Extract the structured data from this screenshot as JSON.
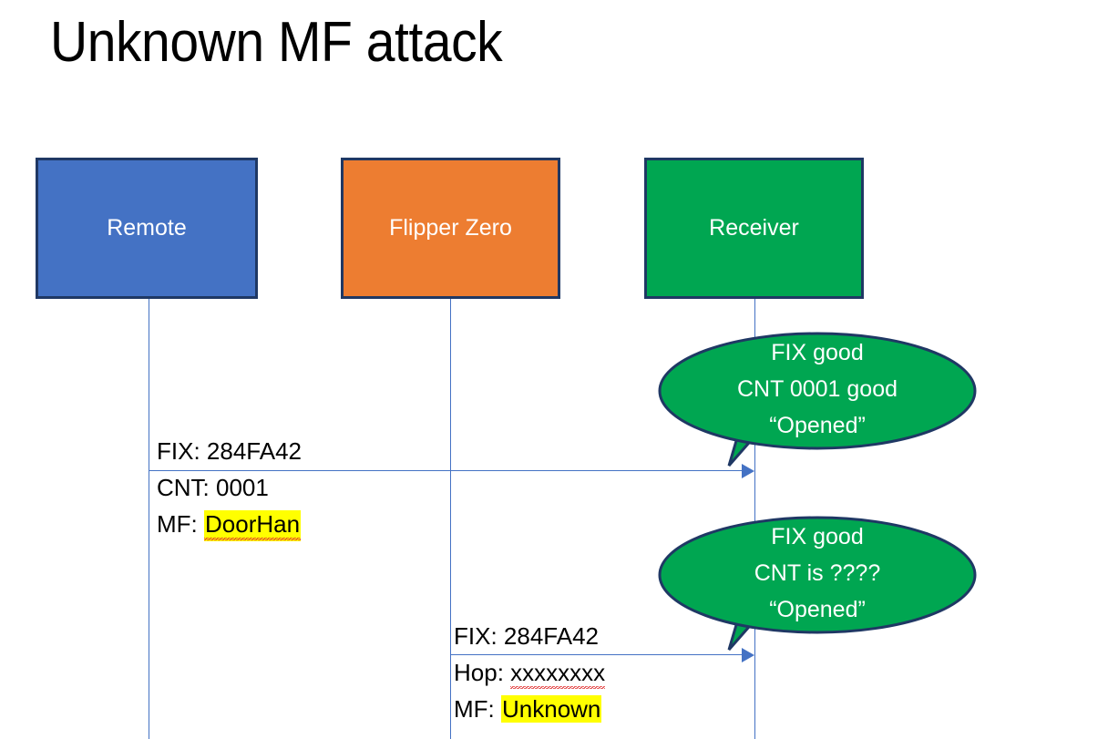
{
  "slide": {
    "title": "Unknown MF attack"
  },
  "colors": {
    "remote_fill": "#4472C4",
    "flipper_fill": "#ED7D31",
    "receiver_fill": "#00A651",
    "box_border": "#1F3864",
    "lifeline": "#4472C4",
    "arrow": "#4472C4",
    "highlight": "#FFFF00",
    "bubble_fill": "#00A651",
    "bubble_border": "#1F3864",
    "text": "#000000",
    "box_label_text": "#FFFFFF"
  },
  "actors": [
    {
      "id": "remote",
      "label": "Remote"
    },
    {
      "id": "flipper",
      "label": "Flipper Zero"
    },
    {
      "id": "receiver",
      "label": "Receiver"
    }
  ],
  "messages": [
    {
      "id": "msg-1",
      "from": "remote",
      "to": "receiver",
      "lines": [
        {
          "label": "FIX: ",
          "value": "284FA42",
          "highlight": false,
          "spellcheck_error": false
        },
        {
          "label": "CNT: ",
          "value": "0001",
          "highlight": false,
          "spellcheck_error": false
        },
        {
          "label": "MF: ",
          "value": "DoorHan",
          "highlight": true,
          "spellcheck_error": true
        }
      ]
    },
    {
      "id": "msg-2",
      "from": "flipper",
      "to": "receiver",
      "lines": [
        {
          "label": "FIX: ",
          "value": "284FA42",
          "highlight": false,
          "spellcheck_error": false
        },
        {
          "label": "Hop: ",
          "value": "xxxxxxxx",
          "highlight": false,
          "spellcheck_error": true
        },
        {
          "label": "MF: ",
          "value": "Unknown",
          "highlight": true,
          "spellcheck_error": false
        }
      ]
    }
  ],
  "callouts": [
    {
      "id": "callout-1",
      "attached_to": "receiver",
      "lines": [
        "FIX good",
        "CNT 0001 good",
        "“Opened”"
      ]
    },
    {
      "id": "callout-2",
      "attached_to": "receiver",
      "lines": [
        "FIX good",
        "CNT is ????",
        "“Opened”"
      ]
    }
  ]
}
